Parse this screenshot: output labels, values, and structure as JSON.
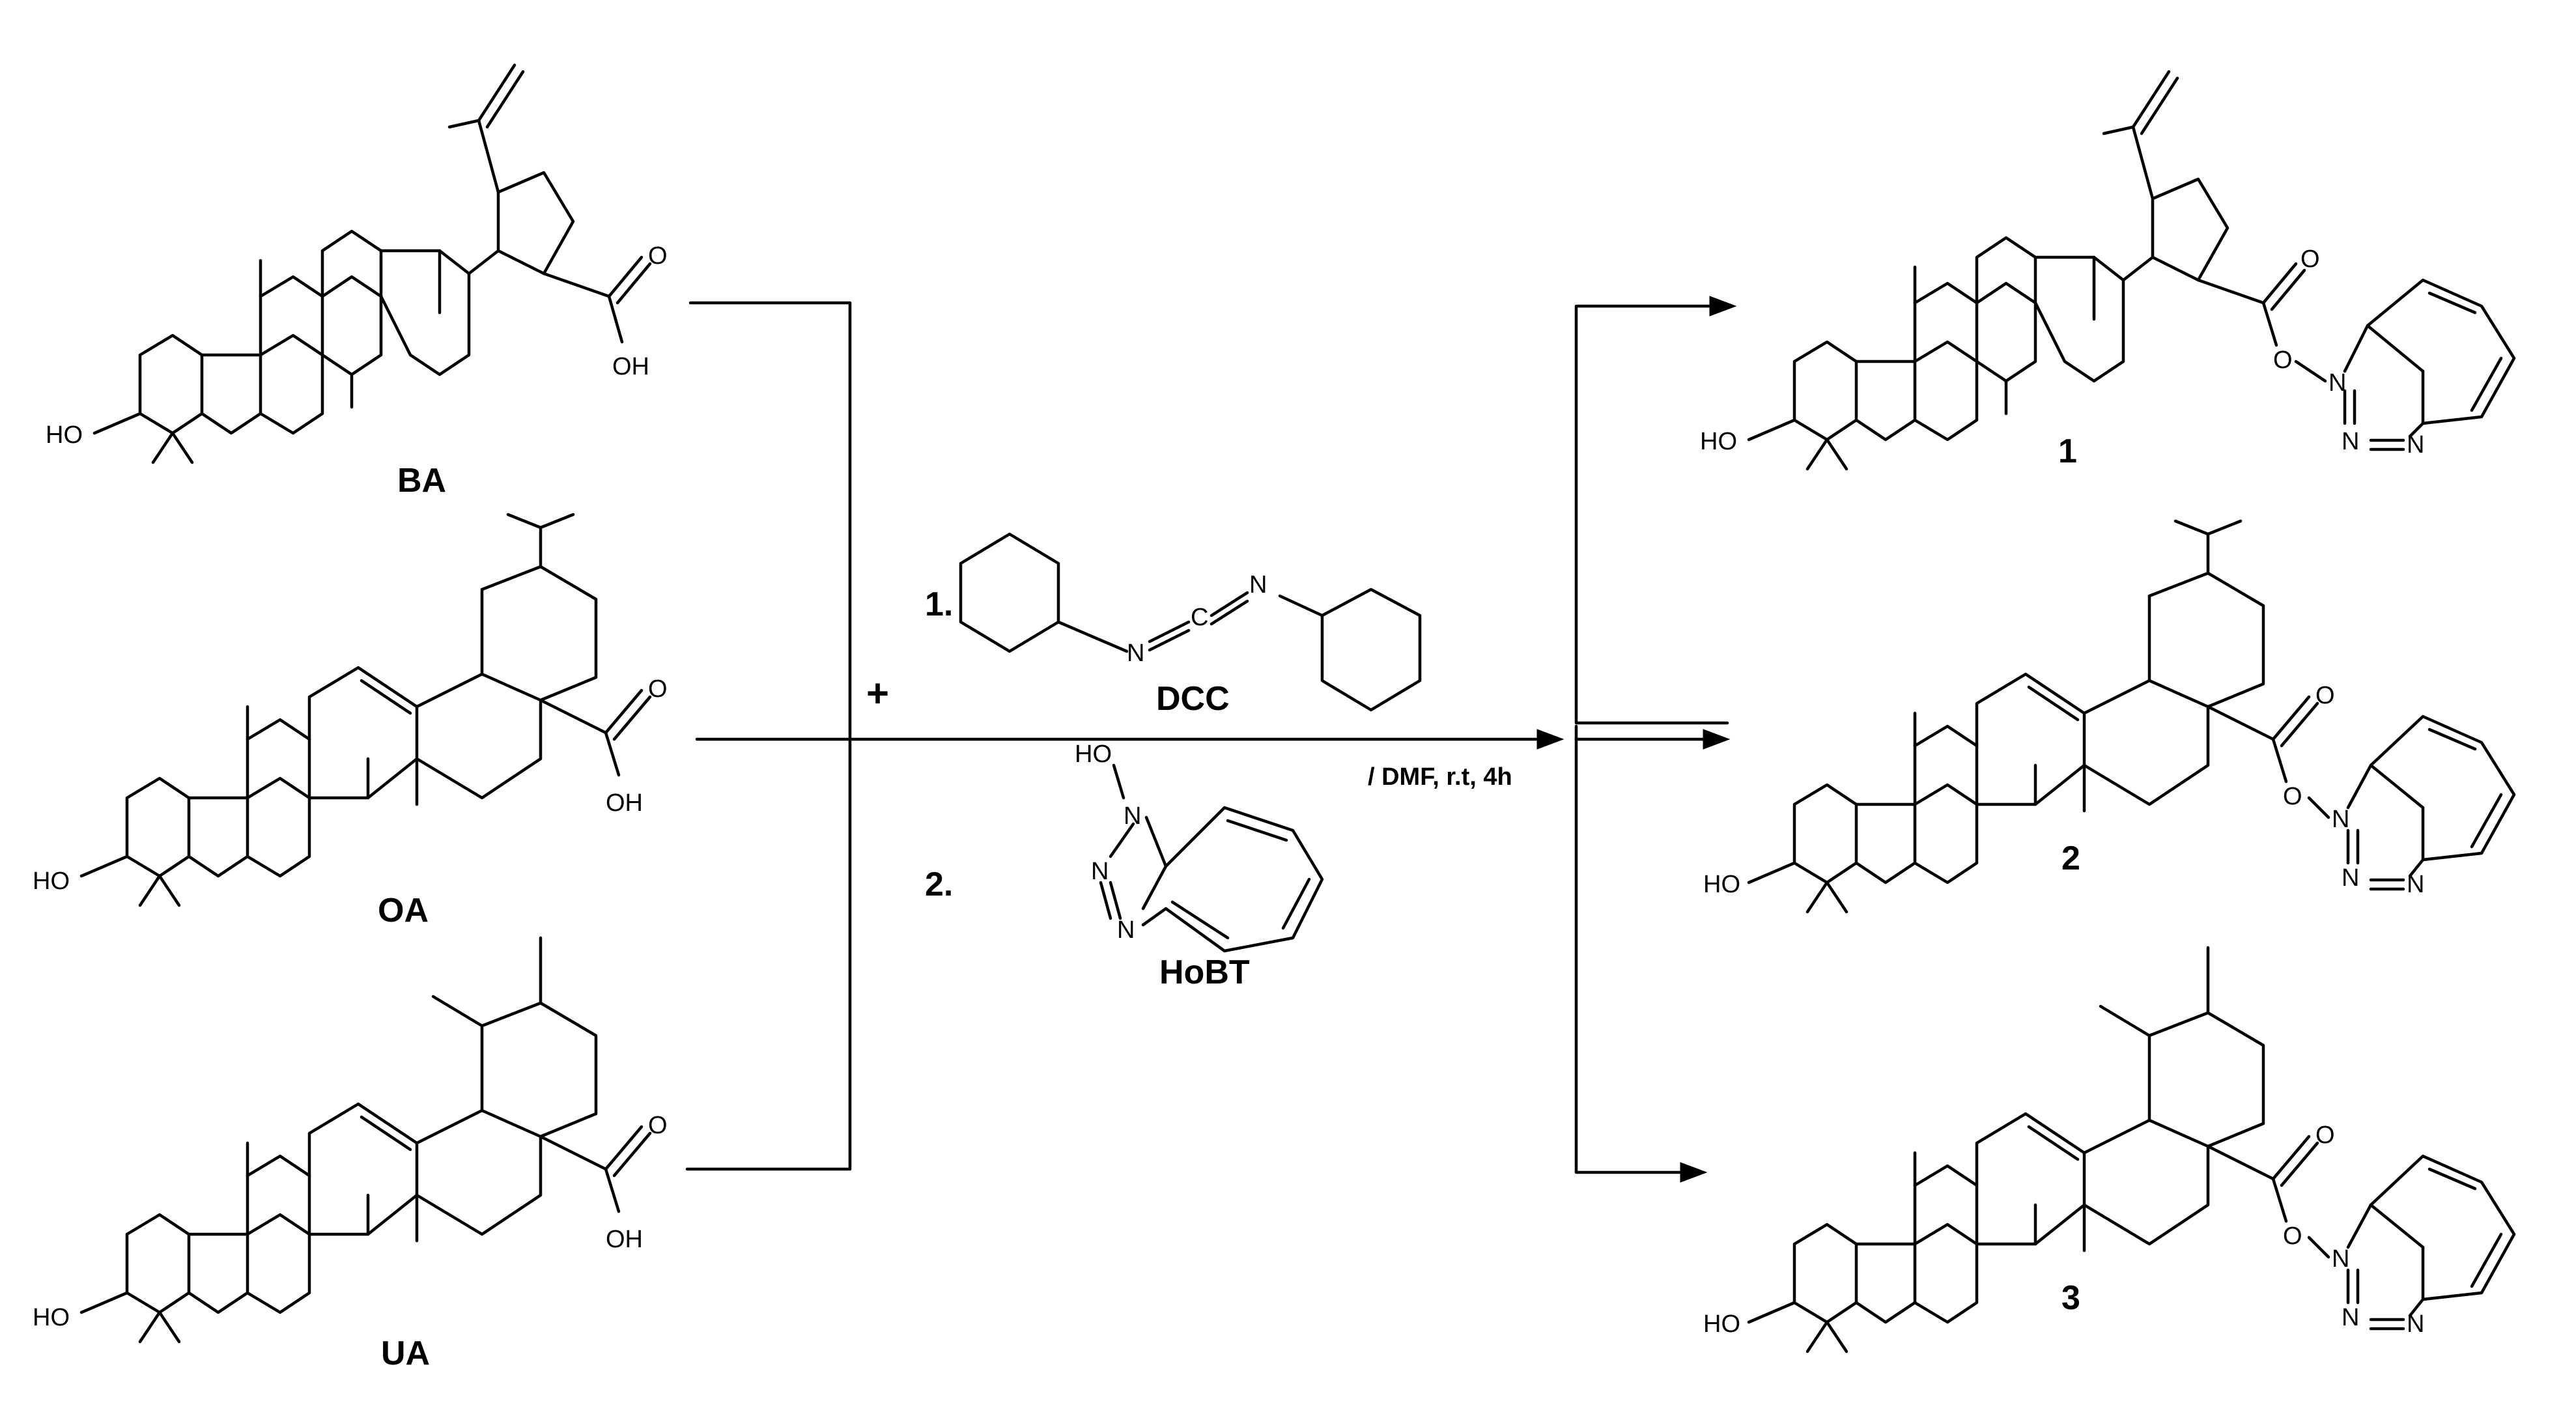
{
  "reactants": [
    {
      "id": "BA",
      "label": "BA",
      "atoms": {
        "hydroxyl": "HO",
        "acid_o": "O",
        "acid_oh": "OH"
      }
    },
    {
      "id": "OA",
      "label": "OA",
      "atoms": {
        "hydroxyl": "HO",
        "acid_o": "O",
        "acid_oh": "OH"
      }
    },
    {
      "id": "UA",
      "label": "UA",
      "atoms": {
        "hydroxyl": "HO",
        "acid_o": "O",
        "acid_oh": "OH"
      }
    }
  ],
  "reagents": {
    "plus": "+",
    "step1": {
      "number": "1.",
      "name": "DCC",
      "atoms": [
        "N",
        "C",
        "N"
      ]
    },
    "step2": {
      "number": "2.",
      "name": "HoBT",
      "atoms": [
        "HO",
        "N",
        "N",
        "N"
      ]
    },
    "conditions": "/ DMF, r.t, 4h"
  },
  "products": [
    {
      "id": "1",
      "label": "1",
      "atoms": {
        "hydroxyl": "HO",
        "carbonyl_o": "O",
        "ester_o": "O",
        "n1": "N",
        "n2": "N",
        "n3": "N"
      }
    },
    {
      "id": "2",
      "label": "2",
      "atoms": {
        "hydroxyl": "HO",
        "carbonyl_o": "O",
        "ester_o": "O",
        "n1": "N",
        "n2": "N",
        "n3": "N"
      }
    },
    {
      "id": "3",
      "label": "3",
      "atoms": {
        "hydroxyl": "HO",
        "carbonyl_o": "O",
        "ester_o": "O",
        "n1": "N",
        "n2": "N",
        "n3": "N"
      }
    }
  ]
}
